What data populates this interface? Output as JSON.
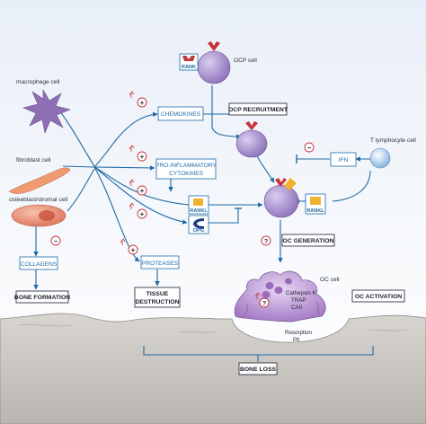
{
  "cells": {
    "macrophage": "macrophage cell",
    "fibroblast": "fibroblast cell",
    "osteoblast": "osteeblast/stromal cell",
    "ocp": "OCP cell",
    "t_lymphocyte": "T lymphocyte cell",
    "oc": "OC cell"
  },
  "boxes": {
    "chemokines": "CHEMOKINES",
    "pro_inflammatory_line1": "PRO-INFLAMMATORY",
    "pro_inflammatory_line2": "CYTOKINES",
    "ifn": "IFN",
    "collagens": "COLLAGENS",
    "proteases": "PROTEASES"
  },
  "labels": {
    "ocp_recruitment": "OCP RECRUITMENT",
    "oc_generation": "OC GENERATION",
    "oc_activation": "OC ACTIVATION",
    "bone_formation": "BONE FORMATION",
    "tissue_destruction_line1": "TISSUE",
    "tissue_destruction_line2": "DESTRUCTION",
    "bone_loss": "BONE LOSS"
  },
  "receptors": {
    "rank": "RANK",
    "rankl": "RANKL",
    "opg": "OPG"
  },
  "oc_contents": {
    "line1": "Cathepsin K",
    "line2": "TRAP",
    "line3": "CAII",
    "pit1": "Resorption",
    "pit2": "Pit"
  },
  "signs": {
    "plus": "+",
    "minus": "−",
    "question": "?"
  },
  "colors": {
    "arrow": "#1f6aa5",
    "cell_purple": "#9b7fc2",
    "macrophage": "#8e6fb3",
    "fibroblast": "#f09a72",
    "osteoblast": "#e8806a",
    "t_cell": "#8fb8e0",
    "rankl_yellow": "#f0b12e",
    "receptor_red": "#c8323a",
    "bone": "#c9c6c2",
    "bg_top": "#eef3fa"
  }
}
